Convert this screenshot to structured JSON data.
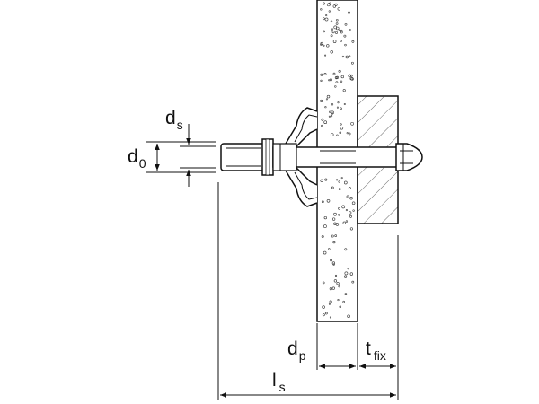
{
  "diagram": {
    "labels": {
      "ds": {
        "main": "d",
        "sub": "s"
      },
      "d0": {
        "main": "d",
        "sub": "0"
      },
      "dp": {
        "main": "d",
        "sub": "p"
      },
      "tfix": {
        "main": "t",
        "sub": "fix"
      },
      "ls": {
        "main": "l",
        "sub": "s"
      }
    }
  }
}
